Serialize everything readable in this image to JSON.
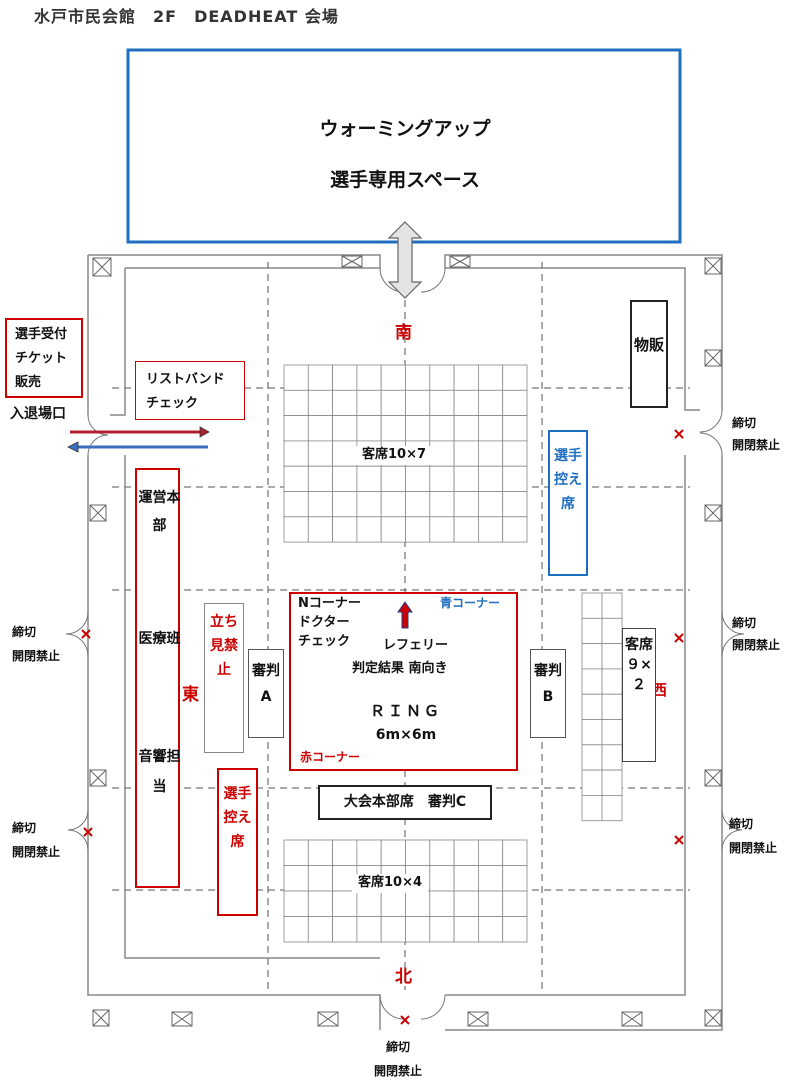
{
  "header": {
    "title": "水戸市民会館　2F　DEADHEAT 会場"
  },
  "warmup": {
    "line1": "ウォーミングアップ",
    "line2": "選手専用スペース"
  },
  "directions": {
    "south": "南",
    "north": "北",
    "east": "東",
    "west": "西"
  },
  "reception": {
    "line1": "選手受付",
    "line2": "チケット",
    "line3": "販売"
  },
  "entrance": {
    "label": "入退場口"
  },
  "wristband": {
    "line1": "リストバンド",
    "line2": "チェック"
  },
  "merch": {
    "label": "物販"
  },
  "closed_door": {
    "line1": "締切",
    "line2": "開閉禁止"
  },
  "seats_south": {
    "label": "客席10×7"
  },
  "seats_north": {
    "label": "客席10×4"
  },
  "seats_west": {
    "label": "客席９×２"
  },
  "waiting_blue": {
    "label": "選手控え席"
  },
  "waiting_red": {
    "label": "選手控え席"
  },
  "operations": {
    "part1": "運営本部",
    "part2": "医療班",
    "part3": "音響担当"
  },
  "no_standing": {
    "label": "立ち見禁止"
  },
  "judge_a": {
    "label": "審判A"
  },
  "judge_b": {
    "label": "審判B"
  },
  "ring": {
    "n_corner": "Nコーナー",
    "doctor": "ドクター",
    "check": "チェック",
    "blue_corner": "青コーナー",
    "referee": "レフェリー",
    "result": "判定結果 南向き",
    "ring_label": "ＲＩＮＧ",
    "size": "6m×6m",
    "red_corner": "赤コーナー"
  },
  "hq": {
    "label": "大会本部席　審判C"
  },
  "colors": {
    "red": "#cc0000",
    "blue": "#1f6fc0",
    "wall_gray": "#888888"
  }
}
